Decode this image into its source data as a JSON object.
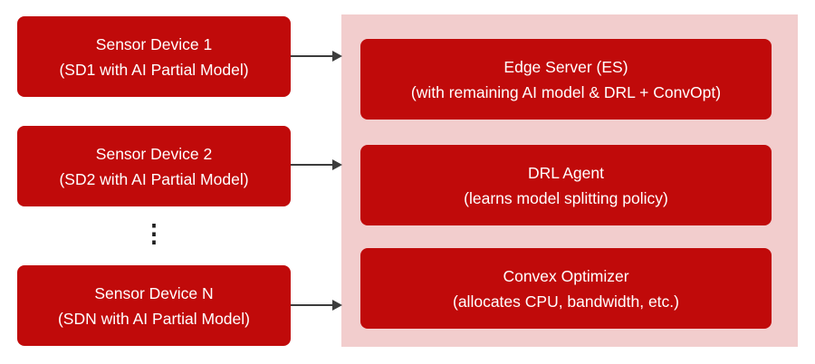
{
  "colors": {
    "box_red": "#c00a0a",
    "panel_pink": "#f2cdcd",
    "text_white": "#ffffff",
    "arrow_gray": "#3c3c3c",
    "dots_dark": "#1f1f1f"
  },
  "diagram": {
    "sensor_devices": [
      {
        "title": "Sensor Device 1",
        "subtitle": "(SD1 with AI Partial Model)"
      },
      {
        "title": "Sensor Device 2",
        "subtitle": "(SD2 with AI Partial Model)"
      },
      {
        "title": "Sensor Device N",
        "subtitle": "(SDN with AI Partial Model)"
      }
    ],
    "ellipsis": "⋮",
    "edge_panel": {
      "boxes": [
        {
          "title": "Edge Server (ES)",
          "subtitle": "(with remaining AI model & DRL + ConvOpt)"
        },
        {
          "title": "DRL Agent",
          "subtitle": "(learns model splitting policy)"
        },
        {
          "title": "Convex Optimizer",
          "subtitle": "(allocates CPU, bandwidth, etc.)"
        }
      ]
    }
  }
}
